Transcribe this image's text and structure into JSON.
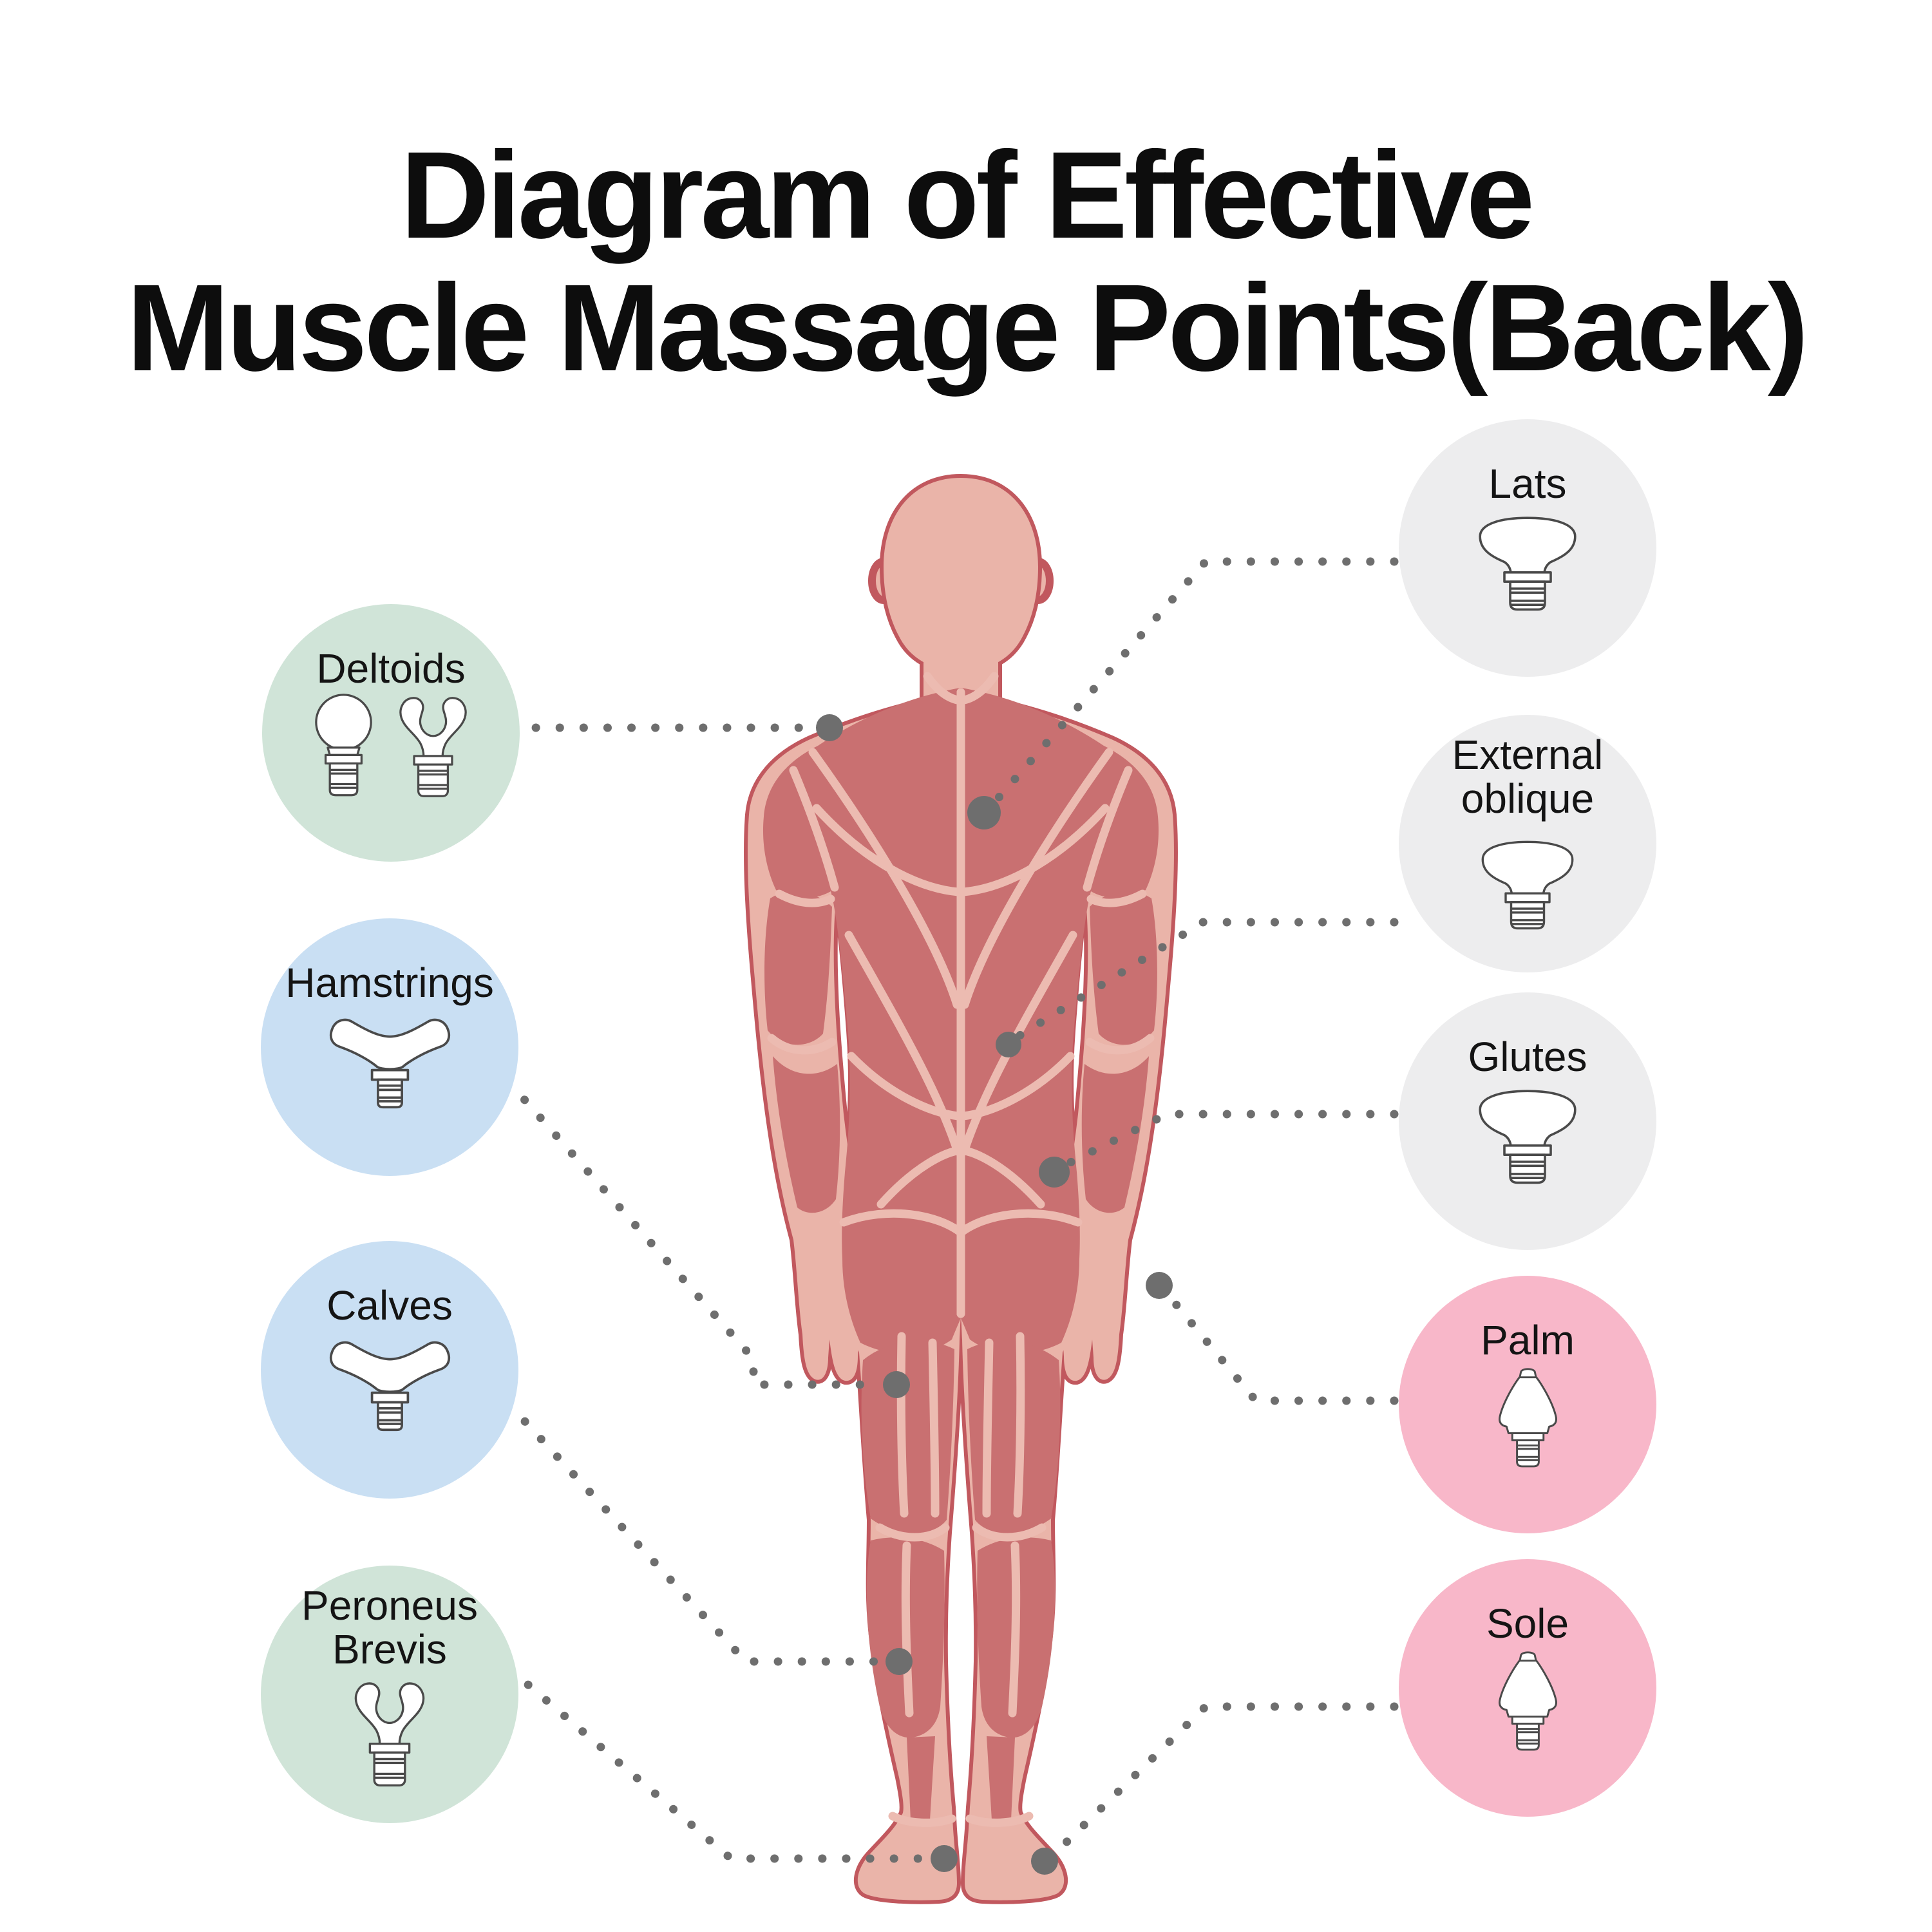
{
  "background_color": "#ffffff",
  "title": {
    "line1": "Diagram of Effective",
    "line2": "Muscle Massage Points(Back)",
    "color": "#0d0d0d"
  },
  "figure": {
    "view": "human body, back view, muscle anatomy",
    "skin_color": "#eab4a9",
    "muscle_color": "#c97071",
    "outline_color": "#c1585e",
    "massage_point_color": "#6e6e6e",
    "massage_points": [
      "deltoids",
      "lats",
      "external-oblique",
      "glutes",
      "palm",
      "hamstrings",
      "calves",
      "peroneus-brevis",
      "sole"
    ]
  },
  "connector": {
    "color": "#6e6e6e",
    "style": "dotted"
  },
  "legend_left": [
    {
      "label": "Deltoids",
      "circle_color": "#d0e4d8",
      "icons": [
        "ball-head",
        "fork-head"
      ]
    },
    {
      "label": "Hamstrings",
      "circle_color": "#c9dff3",
      "icons": [
        "flat-curved-head"
      ]
    },
    {
      "label": "Calves",
      "circle_color": "#c9dff3",
      "icons": [
        "flat-curved-head"
      ]
    },
    {
      "label_line1": "Peroneus",
      "label_line2": "Brevis",
      "circle_color": "#d0e4d8",
      "icons": [
        "fork-head"
      ]
    }
  ],
  "legend_right": [
    {
      "label": "Lats",
      "circle_color": "#ededee",
      "icons": [
        "flat-head"
      ]
    },
    {
      "label_line1": "External",
      "label_line2": "oblique",
      "circle_color": "#ededee",
      "icons": [
        "flat-head"
      ]
    },
    {
      "label": "Glutes",
      "circle_color": "#ededee",
      "icons": [
        "flat-head"
      ]
    },
    {
      "label": "Palm",
      "circle_color": "#f8b7c9",
      "icons": [
        "cone-head"
      ]
    },
    {
      "label": "Sole",
      "circle_color": "#f8b7c9",
      "icons": [
        "cone-head"
      ]
    }
  ]
}
